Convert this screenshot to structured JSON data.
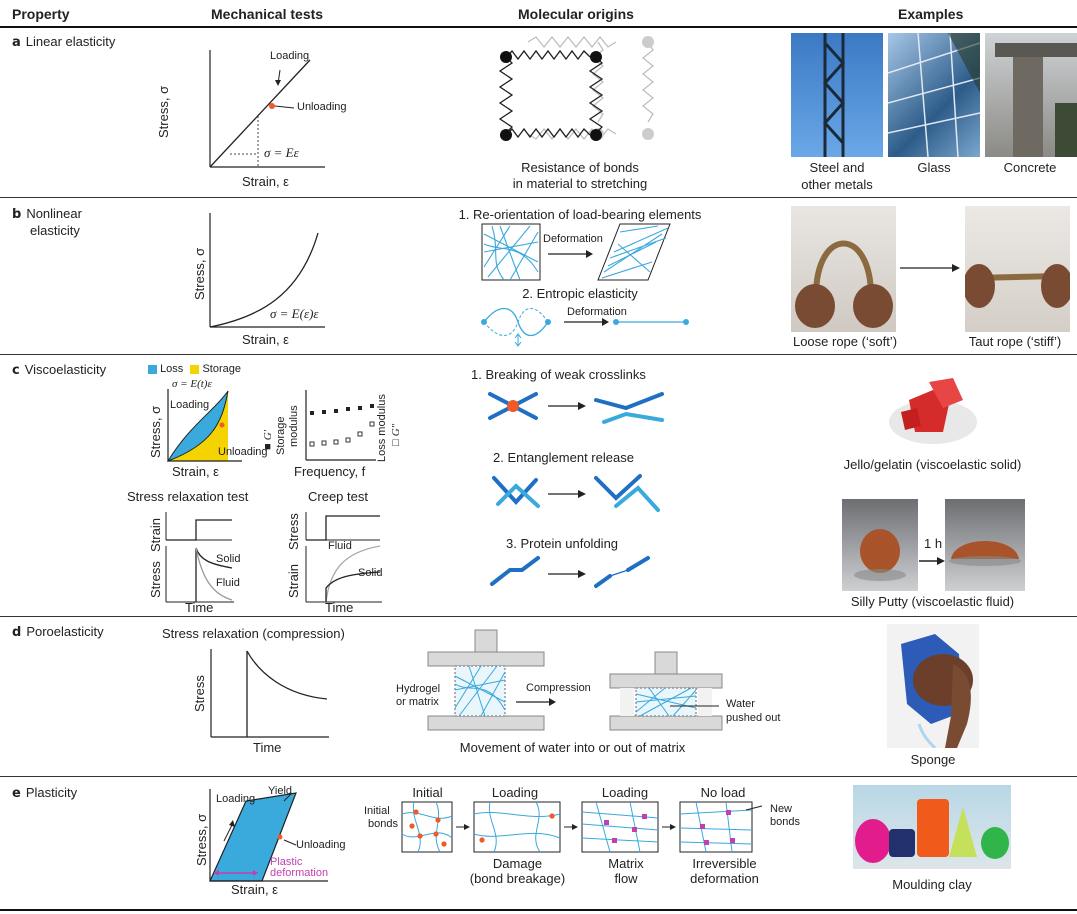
{
  "headers": {
    "property": "Property",
    "tests": "Mechanical tests",
    "origins": "Molecular origins",
    "examples": "Examples"
  },
  "a": {
    "label_letter": "a",
    "label": "Linear elasticity",
    "loading": "Loading",
    "unloading": "Unloading",
    "ylabel": "Stress, σ",
    "xlabel": "Strain, ε",
    "eq": "σ = Eε",
    "origin": "Resistance of bonds",
    "origin2": "in material to stretching",
    "ex1": "Steel and",
    "ex1b": "other metals",
    "ex2": "Glass",
    "ex3": "Concrete"
  },
  "b": {
    "label_letter": "b",
    "label": "Nonlinear",
    "label2": "elasticity",
    "ylabel": "Stress, σ",
    "xlabel": "Strain, ε",
    "eq": "σ = E(ε)ε",
    "o1": "1. Re-orientation of load-bearing elements",
    "def1": "Deformation",
    "o2": "2. Entropic elasticity",
    "def2": "Deformation",
    "ex1": "Loose rope (‘soft’)",
    "ex2": "Taut rope (‘stiff’)"
  },
  "c": {
    "label_letter": "c",
    "label": "Viscoelasticity",
    "loss": "Loss",
    "storage": "Storage",
    "eq": "σ = E(t)ε",
    "loading": "Loading",
    "unloading": "Unloading",
    "ylabel": "Stress, σ",
    "xlabel": "Strain, ε",
    "g1": "G′",
    "g1b": "Storage",
    "g1c": "modulus",
    "g2": "Loss modulus",
    "g2b": "G″",
    "freq": "Frequency, f",
    "srt": "Stress relaxation test",
    "creep": "Creep test",
    "strain": "Strain",
    "stress": "Stress",
    "solid": "Solid",
    "fluid": "Fluid",
    "time": "Time",
    "stress2": "Stress",
    "strain2": "Strain",
    "fluid2": "Fluid",
    "solid2": "Solid",
    "time2": "Time",
    "o1": "1. Breaking of weak crosslinks",
    "o2": "2. Entanglement release",
    "o3": "3. Protein unfolding",
    "ex1": "Jello/gelatin (viscoelastic solid)",
    "ex2": "Silly Putty (viscoelastic fluid)",
    "hour": "1 h"
  },
  "d": {
    "label_letter": "d",
    "label": "Poroelasticity",
    "title": "Stress relaxation (compression)",
    "ylabel": "Stress",
    "xlabel": "Time",
    "hydrogel": "Hydrogel",
    "matrix": "or matrix",
    "compression": "Compression",
    "water": "Water",
    "pushed": "pushed out",
    "origin": "Movement of water into or out of matrix",
    "ex": "Sponge"
  },
  "e": {
    "label_letter": "e",
    "label": "Plasticity",
    "loading": "Loading",
    "yield": "Yield",
    "unloading": "Unloading",
    "plastic": "Plastic",
    "deformation": "deformation",
    "ylabel": "Stress, σ",
    "xlabel": "Strain, ε",
    "initial": "Initial",
    "loading2": "Loading",
    "loading3": "Loading",
    "noload": "No load",
    "ibonds": "Initial",
    "ibonds2": "bonds",
    "newb": "New",
    "newb2": "bonds",
    "damage": "Damage",
    "damage2": "(bond breakage)",
    "mflow": "Matrix",
    "mflow2": "flow",
    "irr": "Irreversible",
    "irr2": "deformation",
    "ex": "Moulding clay"
  },
  "colors": {
    "blue": "#3aa9dc",
    "yellow": "#f4d300",
    "orange": "#ef5a28",
    "magenta": "#c23fb0",
    "dark": "#1f4f9a"
  }
}
